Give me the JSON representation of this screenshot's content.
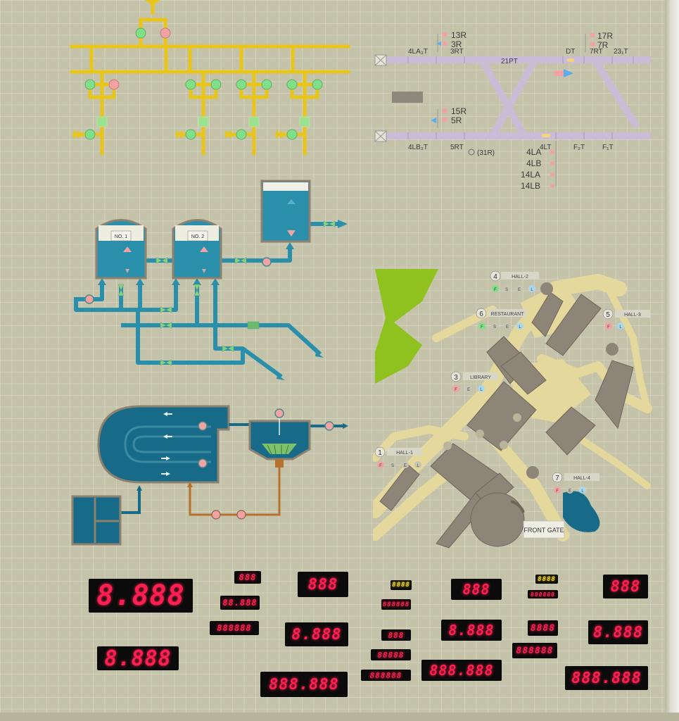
{
  "track": {
    "labels": {
      "r13": "13R",
      "r3": "3R",
      "la3t": "4LA₃T",
      "t3rt": "3RT",
      "pt21": "21PT",
      "dt": "DT",
      "r17": "17R",
      "rt7": "7RT",
      "r7": "7R",
      "t23": "23₁T",
      "r15": "15R",
      "r5": "5R",
      "lb3t": "4LB₃T",
      "rt5": "5RT",
      "r31": "(31R)",
      "lt4": "4LT",
      "f2t": "F₂T",
      "f1t": "F₁T",
      "la4": "4LA",
      "lb4": "4LB",
      "la14": "14LA",
      "lb14": "14LB"
    }
  },
  "water": {
    "tank1": "NO. 1",
    "tank2": "NO. 2"
  },
  "map": {
    "front_gate": "FRONT GATE",
    "buildings": [
      {
        "num": "4",
        "name": "HALL-2",
        "tags": [
          "F",
          "S",
          "E",
          "L"
        ]
      },
      {
        "num": "6",
        "name": "RESTAURANT",
        "tags": [
          "F",
          "S",
          "E",
          "L"
        ]
      },
      {
        "num": "5",
        "name": "HALL-3",
        "tags": [
          "F",
          "L"
        ]
      },
      {
        "num": "3",
        "name": "LIBRARY",
        "tags": [
          "F",
          "E",
          "L"
        ]
      },
      {
        "num": "1",
        "name": "HALL-1",
        "tags": [
          "F",
          "S",
          "E",
          "L"
        ]
      },
      {
        "num": "7",
        "name": "HALL-4",
        "tags": [
          "F",
          "E",
          "L"
        ]
      }
    ]
  },
  "displays": [
    {
      "text": "8.888"
    },
    {
      "text": "8.888"
    },
    {
      "text": "888"
    },
    {
      "text": "88.888"
    },
    {
      "text": "888888"
    },
    {
      "text": "888"
    },
    {
      "text": "8.888"
    },
    {
      "text": "888.888"
    },
    {
      "text": "8888"
    },
    {
      "text": "888888"
    },
    {
      "text": "888"
    },
    {
      "text": "88888"
    },
    {
      "text": "888888"
    },
    {
      "text": "888"
    },
    {
      "text": "8.888"
    },
    {
      "text": "888.888"
    },
    {
      "text": "8888"
    },
    {
      "text": "888888"
    },
    {
      "text": "8888"
    },
    {
      "text": "888888"
    },
    {
      "text": "888"
    },
    {
      "text": "8.888"
    },
    {
      "text": "888.888"
    }
  ],
  "colors": {
    "busbar": "#e9c51a",
    "water": "#2a8fab",
    "water_dark": "#176a88",
    "sludge": "#b5712d",
    "track": "#cabcd6",
    "lamp_green": "#7fe08a",
    "lamp_red": "#f2a2a2",
    "segment_red": "#ff1e52",
    "grass": "#8fc21e",
    "road": "#e5d89c",
    "building": "#8e8579"
  }
}
